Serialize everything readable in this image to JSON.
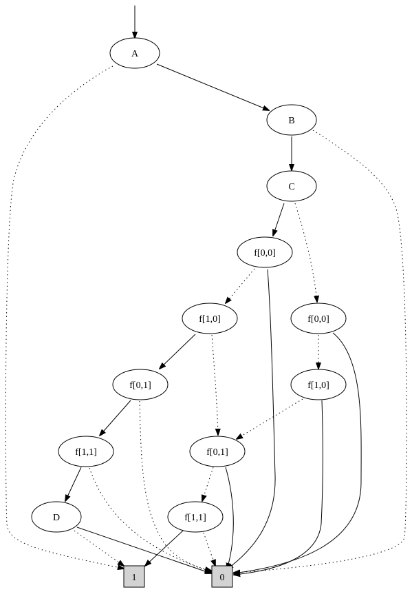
{
  "diagram": {
    "nodes": {
      "A": "A",
      "B": "B",
      "C": "C",
      "f00_left": "f[0,0]",
      "f10_left": "f[1,0]",
      "f00_right": "f[0,0]",
      "f01_left": "f[0,1]",
      "f10_right": "f[1,0]",
      "f11_left": "f[1,1]",
      "f01_mid": "f[0,1]",
      "D": "D",
      "f11_mid": "f[1,1]",
      "one": "1",
      "zero": "0"
    },
    "colors": {
      "terminal_fill": "#d3d3d3",
      "node_fill": "#ffffff",
      "stroke": "#000000"
    },
    "edge_styles": [
      "solid",
      "dotted"
    ]
  }
}
